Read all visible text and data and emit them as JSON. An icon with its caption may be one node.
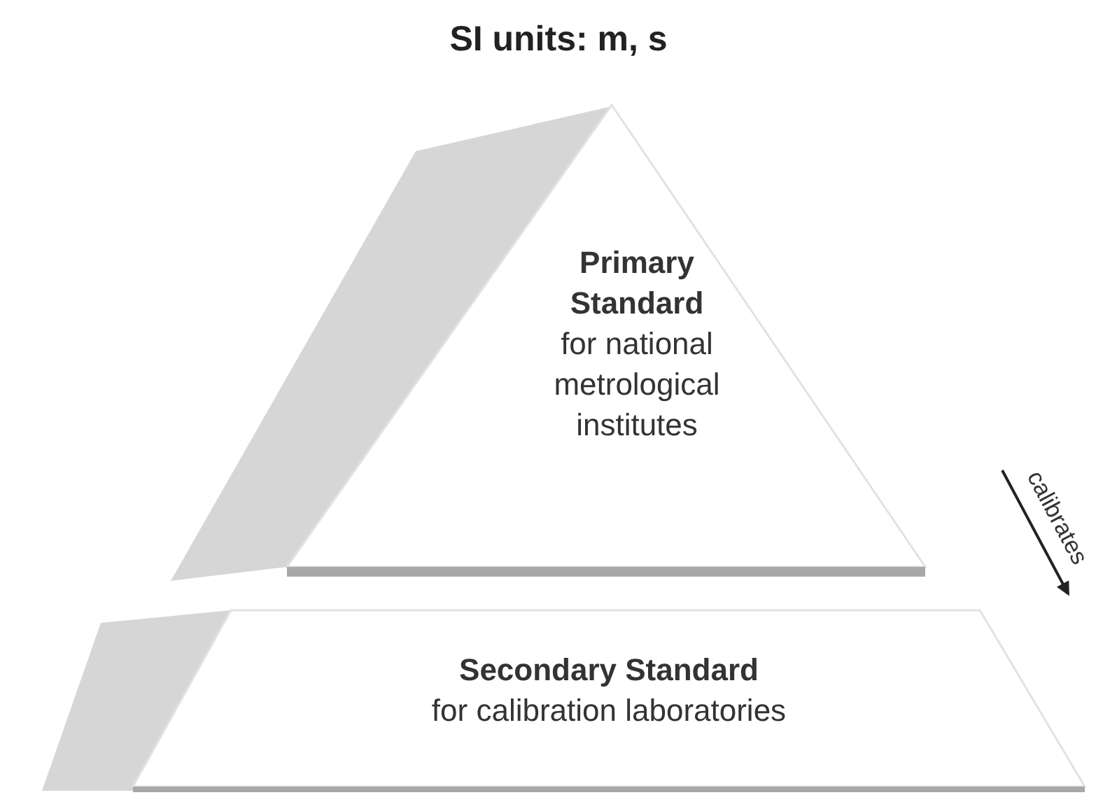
{
  "diagram": {
    "title": "SI units: m, s",
    "nodes": [
      {
        "text": [
          "Primary Standard",
          "for national metrological institutes"
        ]
      },
      {
        "text": [
          "Secondary Standard",
          "for calibration laboratories"
        ]
      }
    ],
    "edges": [],
    "labels": [
      "calibrates"
    ]
  }
}
